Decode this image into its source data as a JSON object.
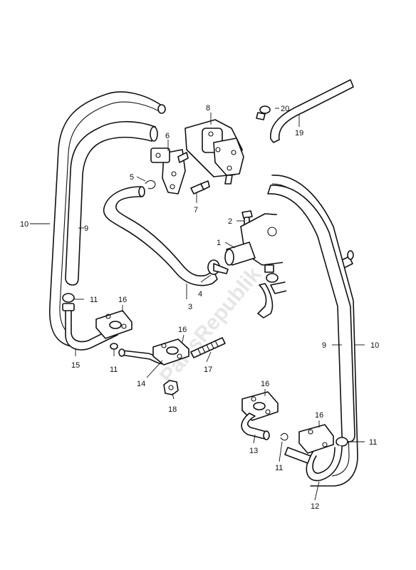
{
  "watermark": "PartsRepublik",
  "callouts": {
    "c1": "1",
    "c2": "2",
    "c3": "3",
    "c4": "4",
    "c5": "5",
    "c6": "6",
    "c7": "7",
    "c8": "8",
    "c9_left": "9",
    "c9_right": "9",
    "c10_left": "10",
    "c10_right": "10",
    "c11_a": "11",
    "c11_b": "11",
    "c11_c": "11",
    "c11_d": "11",
    "c12": "12",
    "c13": "13",
    "c14": "14",
    "c15": "15",
    "c16_a": "16",
    "c16_b": "16",
    "c16_c": "16",
    "c16_d": "16",
    "c17": "17",
    "c18": "18",
    "c19": "19",
    "c20": "20"
  }
}
